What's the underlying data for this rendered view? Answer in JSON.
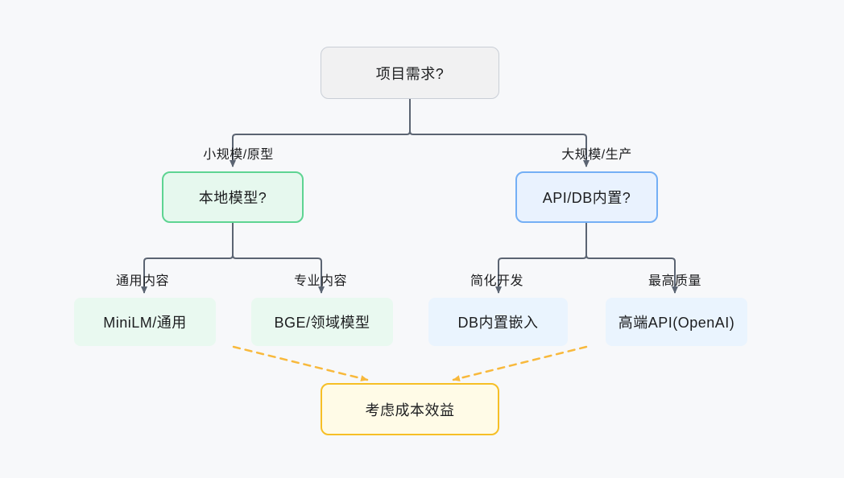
{
  "diagram": {
    "type": "flowchart",
    "nodes": {
      "root": {
        "label": "项目需求?",
        "kind": "decision-root"
      },
      "local": {
        "label": "本地模型?",
        "kind": "decision"
      },
      "api": {
        "label": "API/DB内置?",
        "kind": "decision"
      },
      "minilm": {
        "label": "MiniLM/通用",
        "kind": "result"
      },
      "bge": {
        "label": "BGE/领域模型",
        "kind": "result"
      },
      "db": {
        "label": "DB内置嵌入",
        "kind": "result"
      },
      "premium": {
        "label": "高端API(OpenAI)",
        "kind": "result"
      },
      "cost": {
        "label": "考虑成本效益",
        "kind": "note"
      }
    },
    "edge_labels": {
      "small_scale": "小规模/原型",
      "large_scale": "大规模/生产",
      "general_content": "通用内容",
      "professional_content": "专业内容",
      "simplified_dev": "简化开发",
      "highest_quality": "最高质量"
    },
    "edges": [
      {
        "from": "root",
        "to": "local",
        "label": "小规模/原型",
        "style": "solid"
      },
      {
        "from": "root",
        "to": "api",
        "label": "大规模/生产",
        "style": "solid"
      },
      {
        "from": "local",
        "to": "minilm",
        "label": "通用内容",
        "style": "solid"
      },
      {
        "from": "local",
        "to": "bge",
        "label": "专业内容",
        "style": "solid"
      },
      {
        "from": "api",
        "to": "db",
        "label": "简化开发",
        "style": "solid"
      },
      {
        "from": "api",
        "to": "premium",
        "label": "最高质量",
        "style": "solid"
      },
      {
        "from": "minilm",
        "to": "cost",
        "label": "",
        "style": "dashed"
      },
      {
        "from": "premium",
        "to": "cost",
        "label": "",
        "style": "dashed"
      }
    ],
    "colors": {
      "bg": "#f7f8fa",
      "line": "#5b6472",
      "dashed": "#f8b93c",
      "text": "#1c1d1f",
      "root-fill": "#f1f1f2",
      "root-border": "#c9ced6",
      "green-fill": "#e6f8ee",
      "green-border": "#5ed492",
      "green-leaf": "#e9f9f0",
      "blue-fill": "#e9f2fe",
      "blue-border": "#74aff5",
      "blue-leaf": "#eaf4fe",
      "yellow-fill": "#fffbe7",
      "yellow-border": "#f6bf26"
    }
  }
}
